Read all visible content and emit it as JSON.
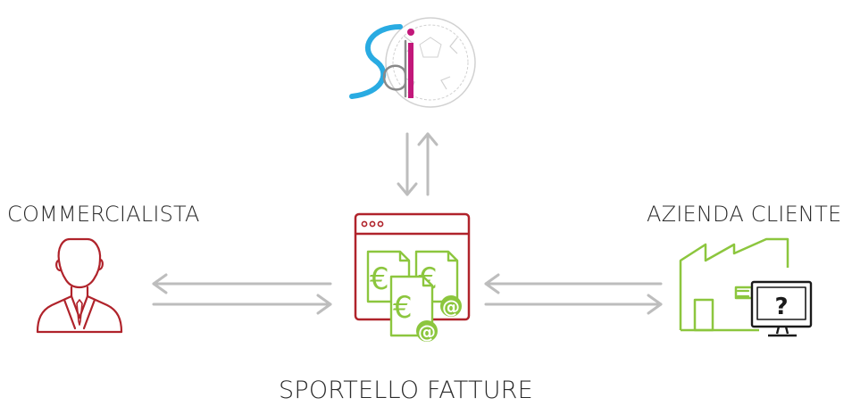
{
  "diagram": {
    "left_node": {
      "label": "COMMERCIALISTA",
      "icon": "businessman-icon",
      "color": "#b0232b"
    },
    "right_node": {
      "label": "AZIENDA CLIENTE",
      "icon": "factory-computer-icon",
      "color": "#8cc63e"
    },
    "center_node": {
      "label": "SPORTELLO FATTURE",
      "icon": "invoice-window-icon",
      "color": "#b0232b"
    },
    "top_node": {
      "logo_text": "sdi",
      "icon": "sdi-logo",
      "accent_colors": [
        "#29abe2",
        "#c2187a"
      ]
    },
    "question_mark": "?",
    "email_symbol": "@",
    "currency_symbol": "€",
    "arrow_color": "#bdbdbd"
  }
}
